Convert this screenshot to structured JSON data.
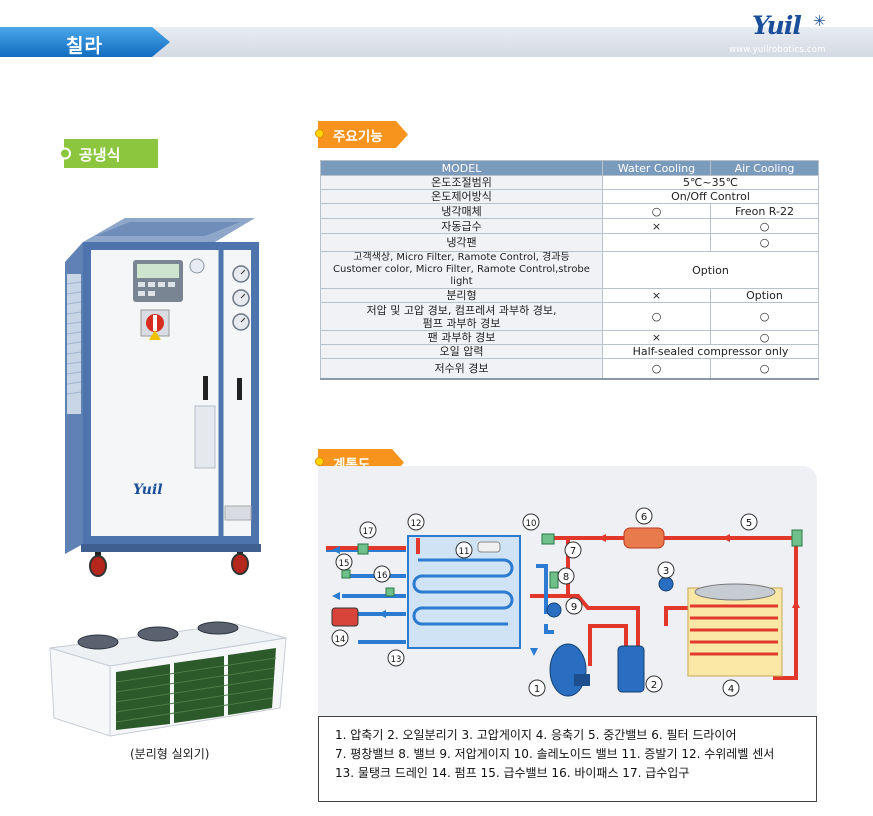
{
  "header": {
    "title": "칠라",
    "logo_text": "Yuil",
    "logo_url": "www.yuilrobotics.com"
  },
  "left": {
    "section_label": "공냉식",
    "machine_brand": "Yuil",
    "outdoor_caption": "(분리형 실외기)"
  },
  "features": {
    "section_label": "주요기능",
    "columns": [
      "MODEL",
      "Water Cooling",
      "Air Cooling"
    ],
    "rows": [
      {
        "label": "온도조절범위",
        "merged": "5℃~35℃"
      },
      {
        "label": "온도제어방식",
        "merged": "On/Off Control"
      },
      {
        "label": "냉각매체",
        "water": "○",
        "air": "Freon R-22"
      },
      {
        "label": "자동급수",
        "water": "×",
        "air": "○"
      },
      {
        "label": "냉각팬",
        "water": "",
        "air": "○"
      },
      {
        "label": "고객색상, Micro Filter, Ramote Control, 경과등",
        "label2": "Customer color, Micro Filter, Ramote Control,strobe light",
        "merged": "Option"
      },
      {
        "label": "분리형",
        "water": "×",
        "air": "Option"
      },
      {
        "label": "저압 및 고압 경보, 컴프레셔 과부하 경보,",
        "label2": "펌프 과부하 경보",
        "water": "○",
        "air": "○"
      },
      {
        "label": "팬 과부하 경보",
        "water": "×",
        "air": "○"
      },
      {
        "label": "오일 압력",
        "merged": "Half-sealed compressor only"
      },
      {
        "label": "저수위 경보",
        "water": "○",
        "air": "○"
      }
    ]
  },
  "diagram": {
    "section_label": "계통도",
    "numbers": [
      "1",
      "2",
      "3",
      "4",
      "5",
      "6",
      "7",
      "8",
      "9",
      "10",
      "11",
      "12",
      "13",
      "14",
      "15",
      "16",
      "17"
    ],
    "legend_lines": [
      "1. 압축기 2. 오일분리기 3. 고압게이지 4. 응축기 5. 중간밸브 6. 필터 드라이어",
      "7. 평창밸브 8. 밸브 9. 저압게이지 10. 솔레노이드 밸브 11. 증발기 12. 수위레벨 센서",
      "13. 물탱크 드레인 14. 펌프 15. 급수밸브 16. 바이패스 17. 급수입구"
    ]
  },
  "colors": {
    "header_blue": "#1a7fd0",
    "tag_green": "#8cc63f",
    "tag_orange": "#f7941d",
    "table_header": "#7b9bbd",
    "pipe_red": "#e2382c",
    "pipe_blue": "#2a7bd1"
  }
}
